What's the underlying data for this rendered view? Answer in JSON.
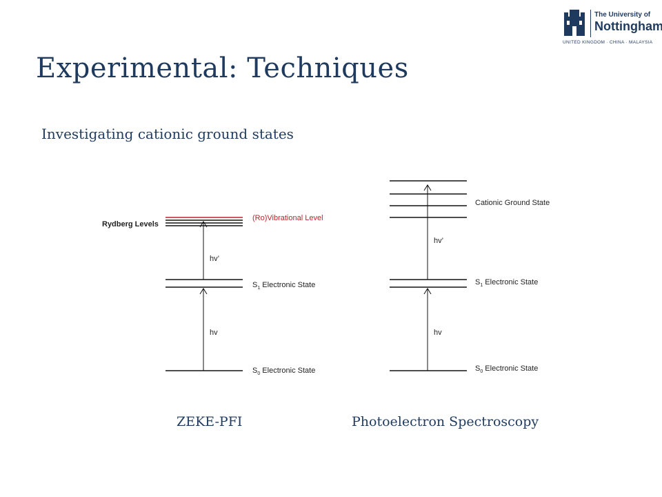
{
  "slide": {
    "title": "Experimental: Techniques",
    "subtitle": "Investigating cationic ground states"
  },
  "logo": {
    "line1": "The University of",
    "line2": "Nottingham",
    "tagline": "UNITED KINGDOM · CHINA · MALAYSIA"
  },
  "colors": {
    "text_navy": "#1f3a5f",
    "line_black": "#111111",
    "rydberg_red": "#c0202a"
  },
  "left_diagram": {
    "rydberg_label": "Rydberg Levels",
    "vibrational_label": "(Ro)Vibrational Level",
    "photon2_label": "hv’",
    "s1_prefix": "S",
    "s1_subscript": "1",
    "s1_suffix": " Electronic State",
    "photon1_label": "hv",
    "s0_prefix": "S",
    "s0_subscript": "0",
    "s0_suffix": " Electronic State",
    "caption": "ZEKE-PFI"
  },
  "right_diagram": {
    "cation_label": "Cationic Ground State",
    "photon2_label": "hv’",
    "s1_prefix": "S",
    "s1_subscript": "1",
    "s1_suffix": " Electronic State",
    "photon1_label": "hv",
    "s0_prefix": "S",
    "s0_subscript": "0",
    "s0_suffix": " Electronic State",
    "caption": "Photoelectron Spectroscopy"
  }
}
